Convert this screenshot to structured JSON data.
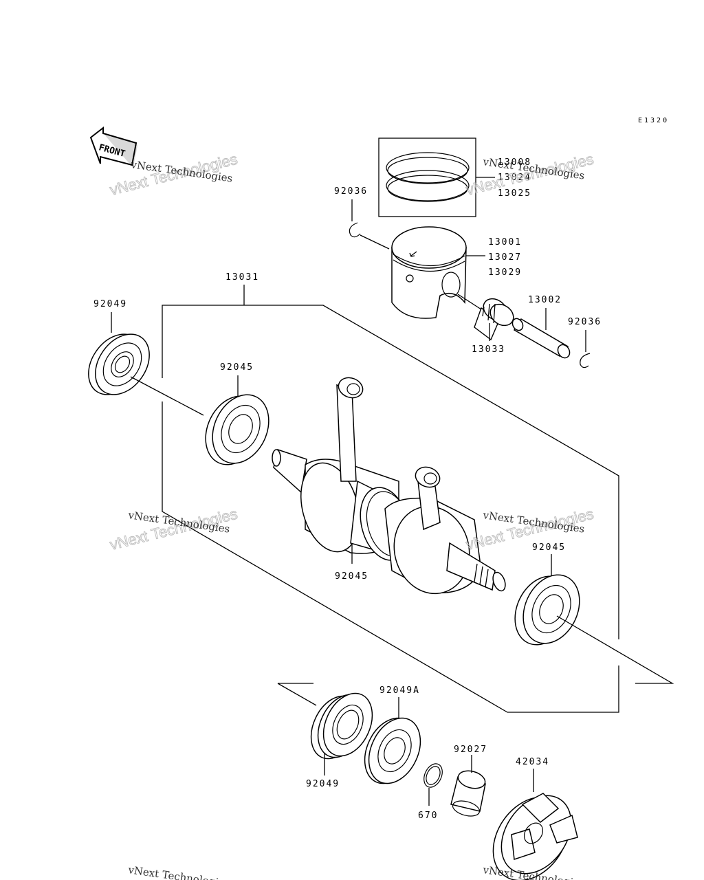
{
  "diagram": {
    "code": "E1320",
    "front_label": "FRONT",
    "part_numbers": {
      "ring_set": [
        "13008",
        "13024",
        "13025"
      ],
      "piston": [
        "13001",
        "13027",
        "13029"
      ],
      "piston_clip_left": "92036",
      "piston_clip_right": "92036",
      "crankshaft_assy": "13031",
      "oil_seal_left": "92049",
      "bearing_left": "92045",
      "bearing_center": "92045",
      "bearing_right": "92045",
      "piston_pin": "13002",
      "needle_bearing": "13033",
      "oil_seal_bottom": "92049",
      "oil_seal_bottom_a": "92049A",
      "circlip_670": "670",
      "collar": "92027",
      "coupling": "42034"
    }
  },
  "watermark": {
    "line1": "vNext Technologies",
    "line2": "vNext Technologies"
  }
}
